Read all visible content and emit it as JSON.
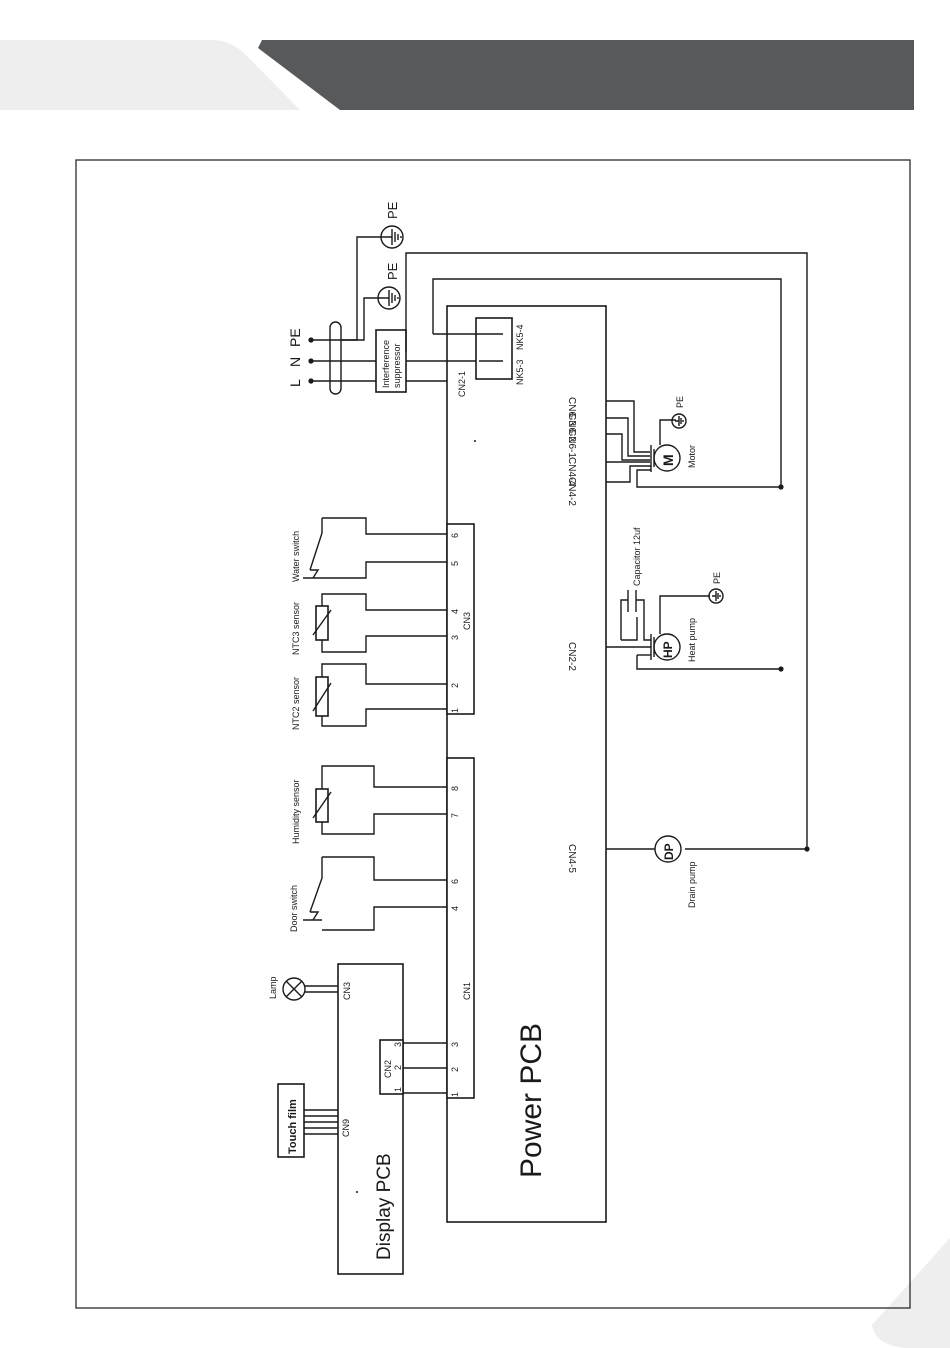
{
  "colors": {
    "header_dark": "#58595b",
    "header_light": "#eeeeee",
    "line": "#1a1a1a"
  },
  "boards": {
    "power_pcb": "Power PCB",
    "display_pcb": "Display PCB",
    "touch_film": "Touch film",
    "interference_suppressor_line1": "Interference",
    "interference_suppressor_line2": "suppressor"
  },
  "mains": {
    "l": "L",
    "n": "N",
    "pe": "PE",
    "pe_ground_1": "PE",
    "pe_ground_2": "PE"
  },
  "connectors": {
    "cn1": "CN1",
    "cn3": "CN3",
    "cn2_1": "CN2-1",
    "cn2_2": "CN2-2",
    "cn4_2": "CN4-2",
    "cn4_4": "CN4-4",
    "cn4_5": "CN4-5",
    "cn6_1": "CN6-1",
    "cn6_2": "CN6-2",
    "cn6_3": "CN6-3",
    "nk5_3": "NK5-3",
    "nk5_4": "NK5-4",
    "disp_cn2": "CN2",
    "disp_cn3": "CN3",
    "disp_cn9": "CN9"
  },
  "pins": {
    "cn1": [
      "1",
      "2",
      "3",
      "4",
      "6",
      "7",
      "8"
    ],
    "cn3": [
      "1",
      "2",
      "3",
      "4",
      "5",
      "6"
    ],
    "disp_cn2": [
      "1",
      "2",
      "3"
    ]
  },
  "components": {
    "lamp": "Lamp",
    "door_switch": "Door switch",
    "humidity_sensor": "Humidity sensor",
    "ntc2_sensor": "NTC2 sensor",
    "ntc3_sensor": "NTC3 sensor",
    "water_switch": "Water switch",
    "motor": "Motor",
    "motor_symbol": "M",
    "motor_pe": "PE",
    "capacitor": "Capacitor 12uf",
    "heat_pump": "Heat pump",
    "heat_pump_symbol": "HP",
    "heat_pump_pe": "PE",
    "drain_pump": "Drain pump",
    "drain_pump_symbol": "DP"
  }
}
